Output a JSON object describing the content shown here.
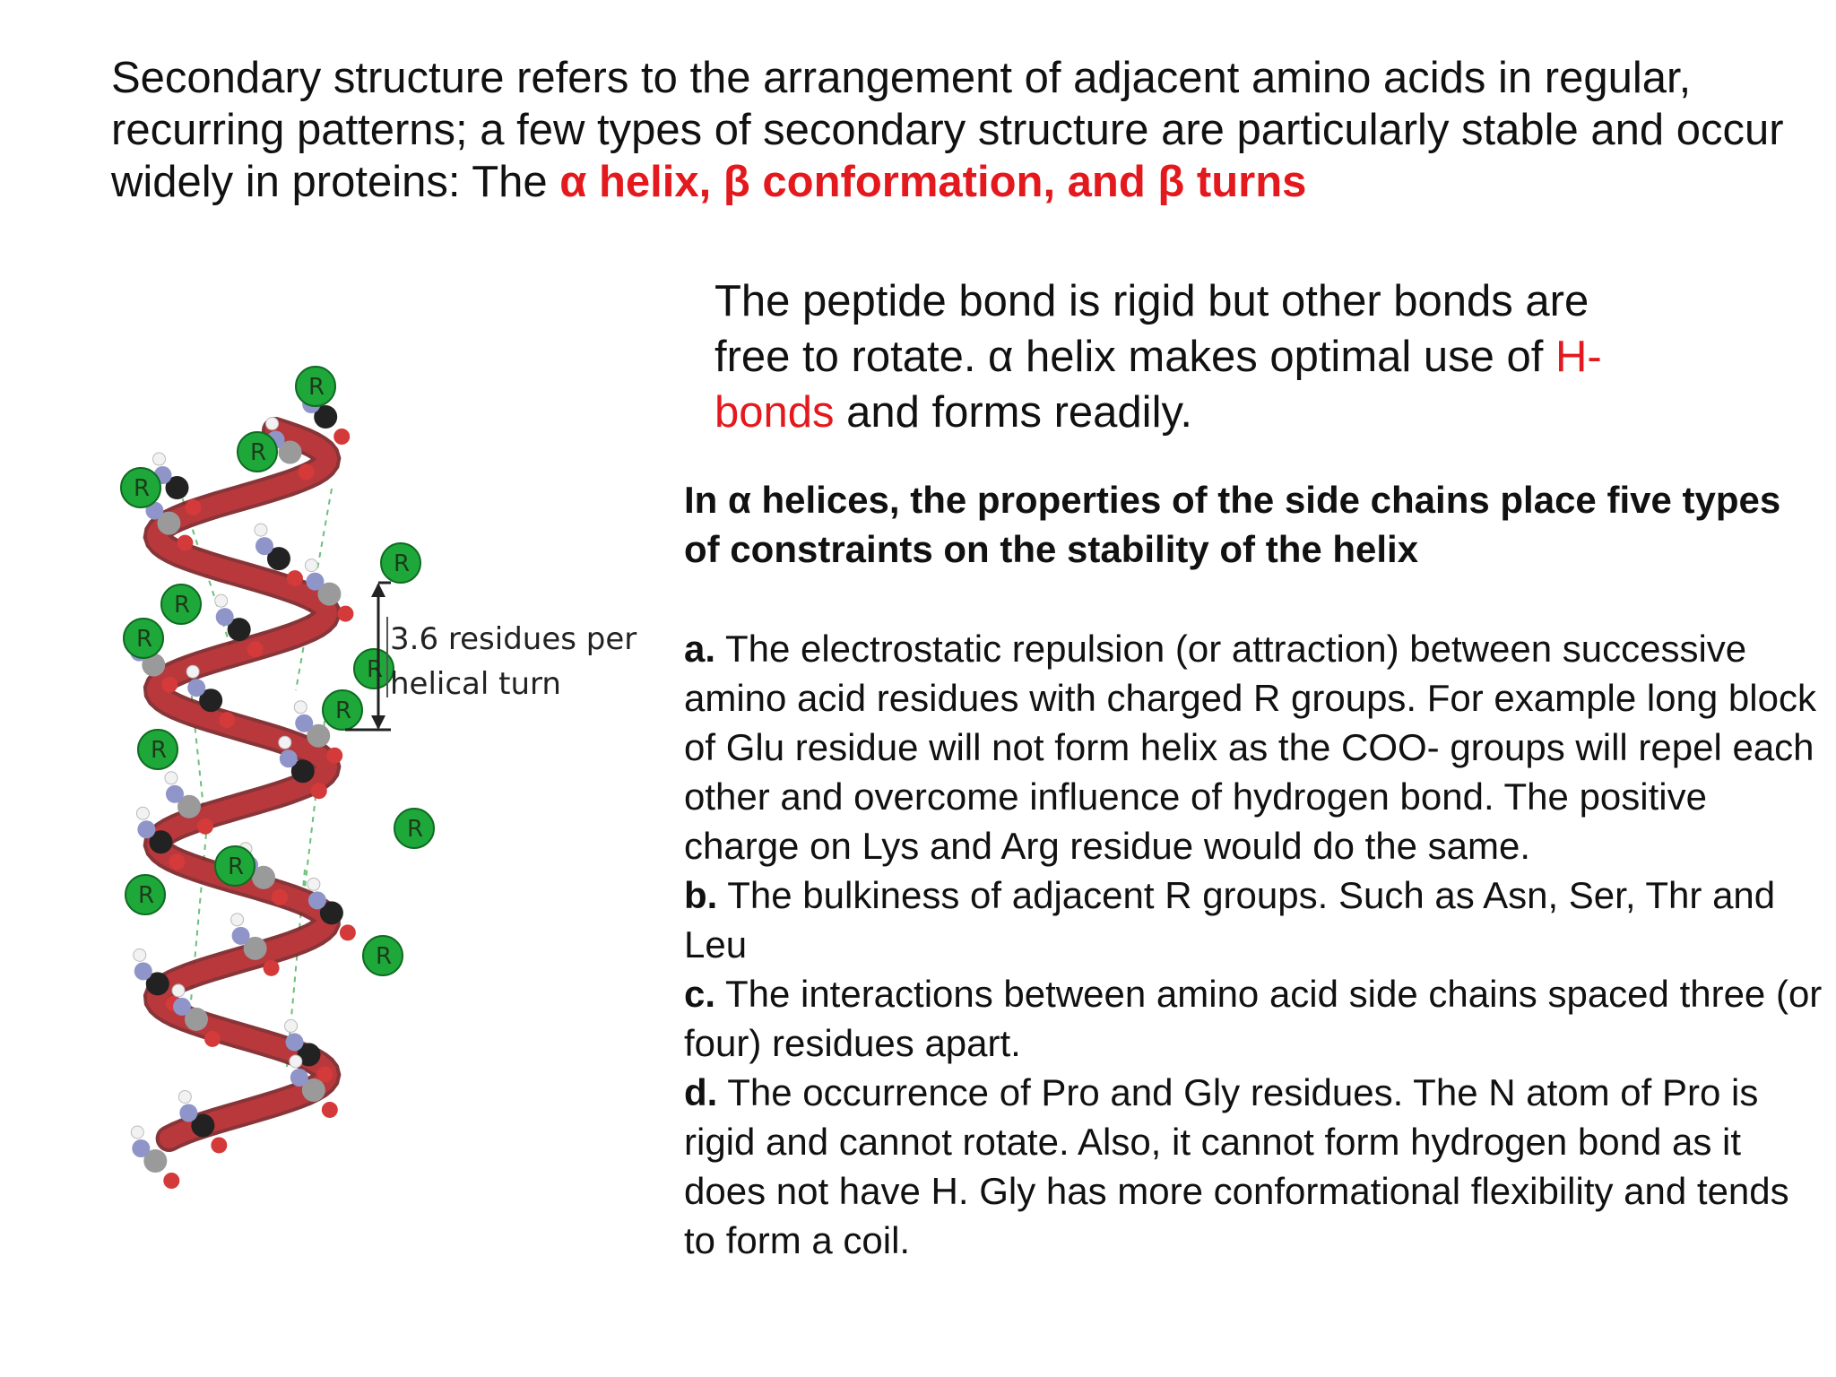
{
  "intro": {
    "text": "Secondary structure refers to the arrangement of adjacent amino acids in regular, recurring patterns; a few types of secondary structure are particularly stable and occur widely in proteins: The ",
    "highlight": "α helix, β conformation, and β turns",
    "highlight_color": "#e3191e"
  },
  "peptide": {
    "text_before": "The peptide bond is rigid but other bonds are free to rotate.  α helix makes optimal use of ",
    "highlight": "H-bonds",
    "text_after": " and forms readily."
  },
  "constraints": {
    "title": "In α helices, the properties of the side chains place five types of constraints on the stability of the helix",
    "items": [
      {
        "letter": "a.",
        "text": " The electrostatic repulsion (or attraction) between successive amino acid residues with charged R groups. For example long block of Glu residue will not form helix as the COO- groups will repel each other and overcome influence of hydrogen bond. The positive charge on Lys and Arg residue would do the same."
      },
      {
        "letter": "b.",
        "text": " The bulkiness of adjacent R groups. Such as Asn, Ser, Thr and Leu"
      },
      {
        "letter": "c.",
        "text": " The interactions between amino acid side chains spaced three (or four) residues apart."
      },
      {
        "letter": "d.",
        "text": " The occurrence of Pro and Gly residues. The N atom of Pro is rigid and cannot rotate. Also, it cannot form hydrogen bond as it does not have H. Gly has more conformational flexibility and tends to form a coil."
      }
    ]
  },
  "figure": {
    "label_line1": "3.6 residues per",
    "label_line2": "helical turn",
    "r_label": "R",
    "colors": {
      "ribbon": "#b8383c",
      "r_group": "#1fa83a",
      "carbon_black": "#222222",
      "carbon_gray": "#9a9a9a",
      "oxygen": "#d43a3a",
      "nitrogen": "#8f95c8",
      "hydrogen": "#f2f2f2",
      "hbond": "#6cbf7a"
    }
  }
}
